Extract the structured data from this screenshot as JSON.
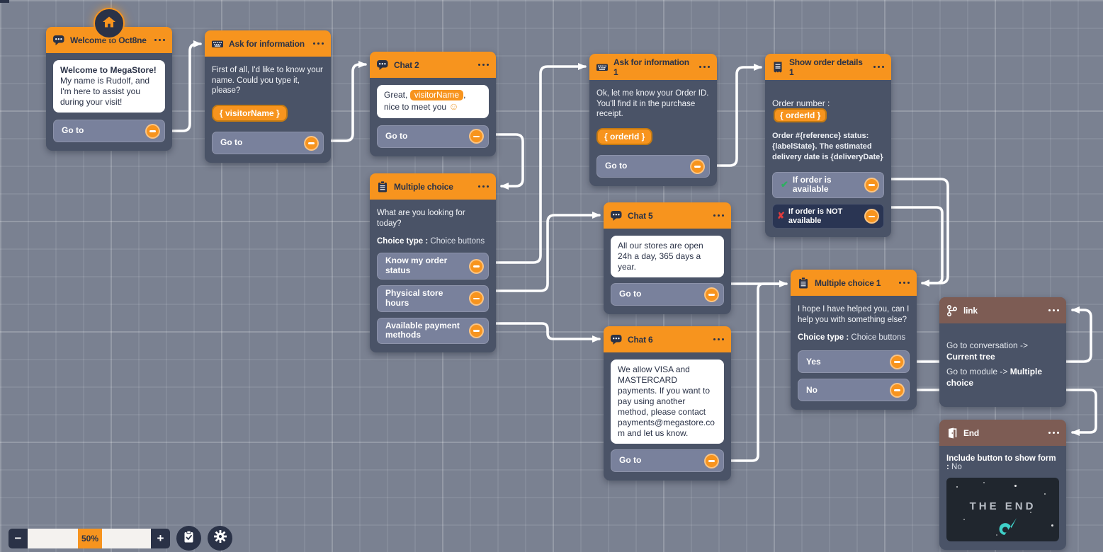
{
  "colors": {
    "accent_orange": "#f7941e",
    "node_body": "#4a5367",
    "row_button": "#79819c",
    "dark_row": "#2a3553",
    "brown_header": "#7d5c54",
    "canvas": "#7a8191",
    "wire": "#ffffff",
    "check_green": "#2fae62",
    "cross_red": "#e03c3c",
    "comet_teal": "#3fd0c9"
  },
  "nodes": {
    "welcome": {
      "title": "Welcome to Oct8ne",
      "message_bold": "Welcome to MegaStore!",
      "message": "My name is Rudolf, and I'm here to assist you during your visit!",
      "goto_label": "Go to"
    },
    "ask_info": {
      "title": "Ask for information",
      "question": "First of all, I'd like to know your name. Could you type it, please?",
      "variable_tag": "{ visitorName }",
      "goto_label": "Go to"
    },
    "chat2": {
      "title": "Chat 2",
      "message_prefix": "Great,",
      "variable_chip": "visitorName",
      "message_suffix": ", nice to meet you",
      "emoji": "☺",
      "goto_label": "Go to"
    },
    "multiple_choice": {
      "title": "Multiple choice",
      "question": "What are you looking for today?",
      "choice_type_label": "Choice type :",
      "choice_type_value": "Choice buttons",
      "options": [
        "Know my order status",
        "Physical store hours",
        "Available payment methods"
      ]
    },
    "ask_info1": {
      "title": "Ask for information 1",
      "question": "Ok, let me know your Order ID. You'll find it in the purchase receipt.",
      "variable_tag": "{ orderId }",
      "goto_label": "Go to"
    },
    "order_details": {
      "title": "Show order details 1",
      "order_number_label": "Order number :",
      "variable_tag": "{ orderId }",
      "status_text": "Order #{reference} status: {labelState}. The estimated delivery date is {deliveryDate}",
      "option_available": "If order is available",
      "option_not_available": "If order is NOT available",
      "check_glyph": "✔",
      "cross_glyph": "✘"
    },
    "chat5": {
      "title": "Chat 5",
      "message": "All our stores are open 24h a day, 365 days a year.",
      "goto_label": "Go to"
    },
    "chat6": {
      "title": "Chat 6",
      "message": "We allow VISA and MASTERCARD payments. If you want to pay using another method, please contact payments@megastore.com and let us know.",
      "goto_label": "Go to"
    },
    "multiple_choice1": {
      "title": "Multiple choice 1",
      "question": "I hope I have helped you, can I help you with something else?",
      "choice_type_label": "Choice type :",
      "choice_type_value": "Choice buttons",
      "options": [
        "Yes",
        "No"
      ]
    },
    "link": {
      "title": "link",
      "line1_prefix": "Go to conversation ->",
      "line1_value": "Current tree",
      "line2_prefix": "Go to module ->",
      "line2_value": "Multiple choice"
    },
    "end": {
      "title": "End",
      "form_label": "Include button to show form :",
      "form_value": "No",
      "image_text": "THE END"
    }
  },
  "toolbar": {
    "zoom_out_label": "−",
    "zoom_value": "50%",
    "zoom_in_label": "+"
  }
}
